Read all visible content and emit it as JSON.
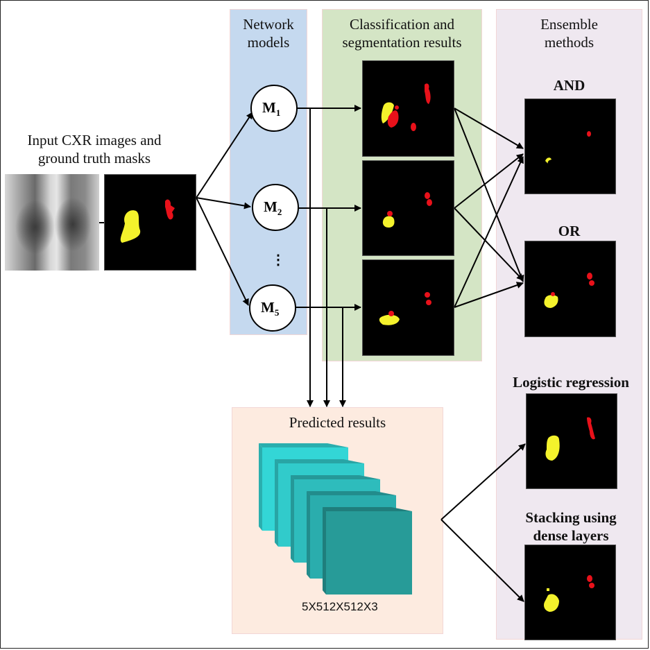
{
  "input": {
    "title": "Input CXR images and\nground truth masks"
  },
  "network": {
    "title": "Network\nmodels",
    "models": [
      {
        "name": "M",
        "sub": "1"
      },
      {
        "name": "M",
        "sub": "2"
      },
      {
        "name": "M",
        "sub": "5"
      }
    ],
    "ellipsis": "⋮"
  },
  "classification": {
    "title": "Classification and\nsegmentation results"
  },
  "ensemble": {
    "title": "Ensemble\nmethods",
    "methods": [
      {
        "label": "AND"
      },
      {
        "label": "OR"
      },
      {
        "label": "Logistic regression"
      },
      {
        "label": "Stacking using\ndense layers"
      }
    ]
  },
  "predicted": {
    "title": "Predicted results",
    "dims": "5X512X512X3",
    "stack_count": 5
  },
  "colors": {
    "network_panel": "#c5d9ef",
    "classification_panel": "#d4e5c5",
    "ensemble_panel": "#efe8f0",
    "predicted_panel": "#fdebe0",
    "mask_yellow": "#f4f22c",
    "mask_red": "#e8111a"
  }
}
